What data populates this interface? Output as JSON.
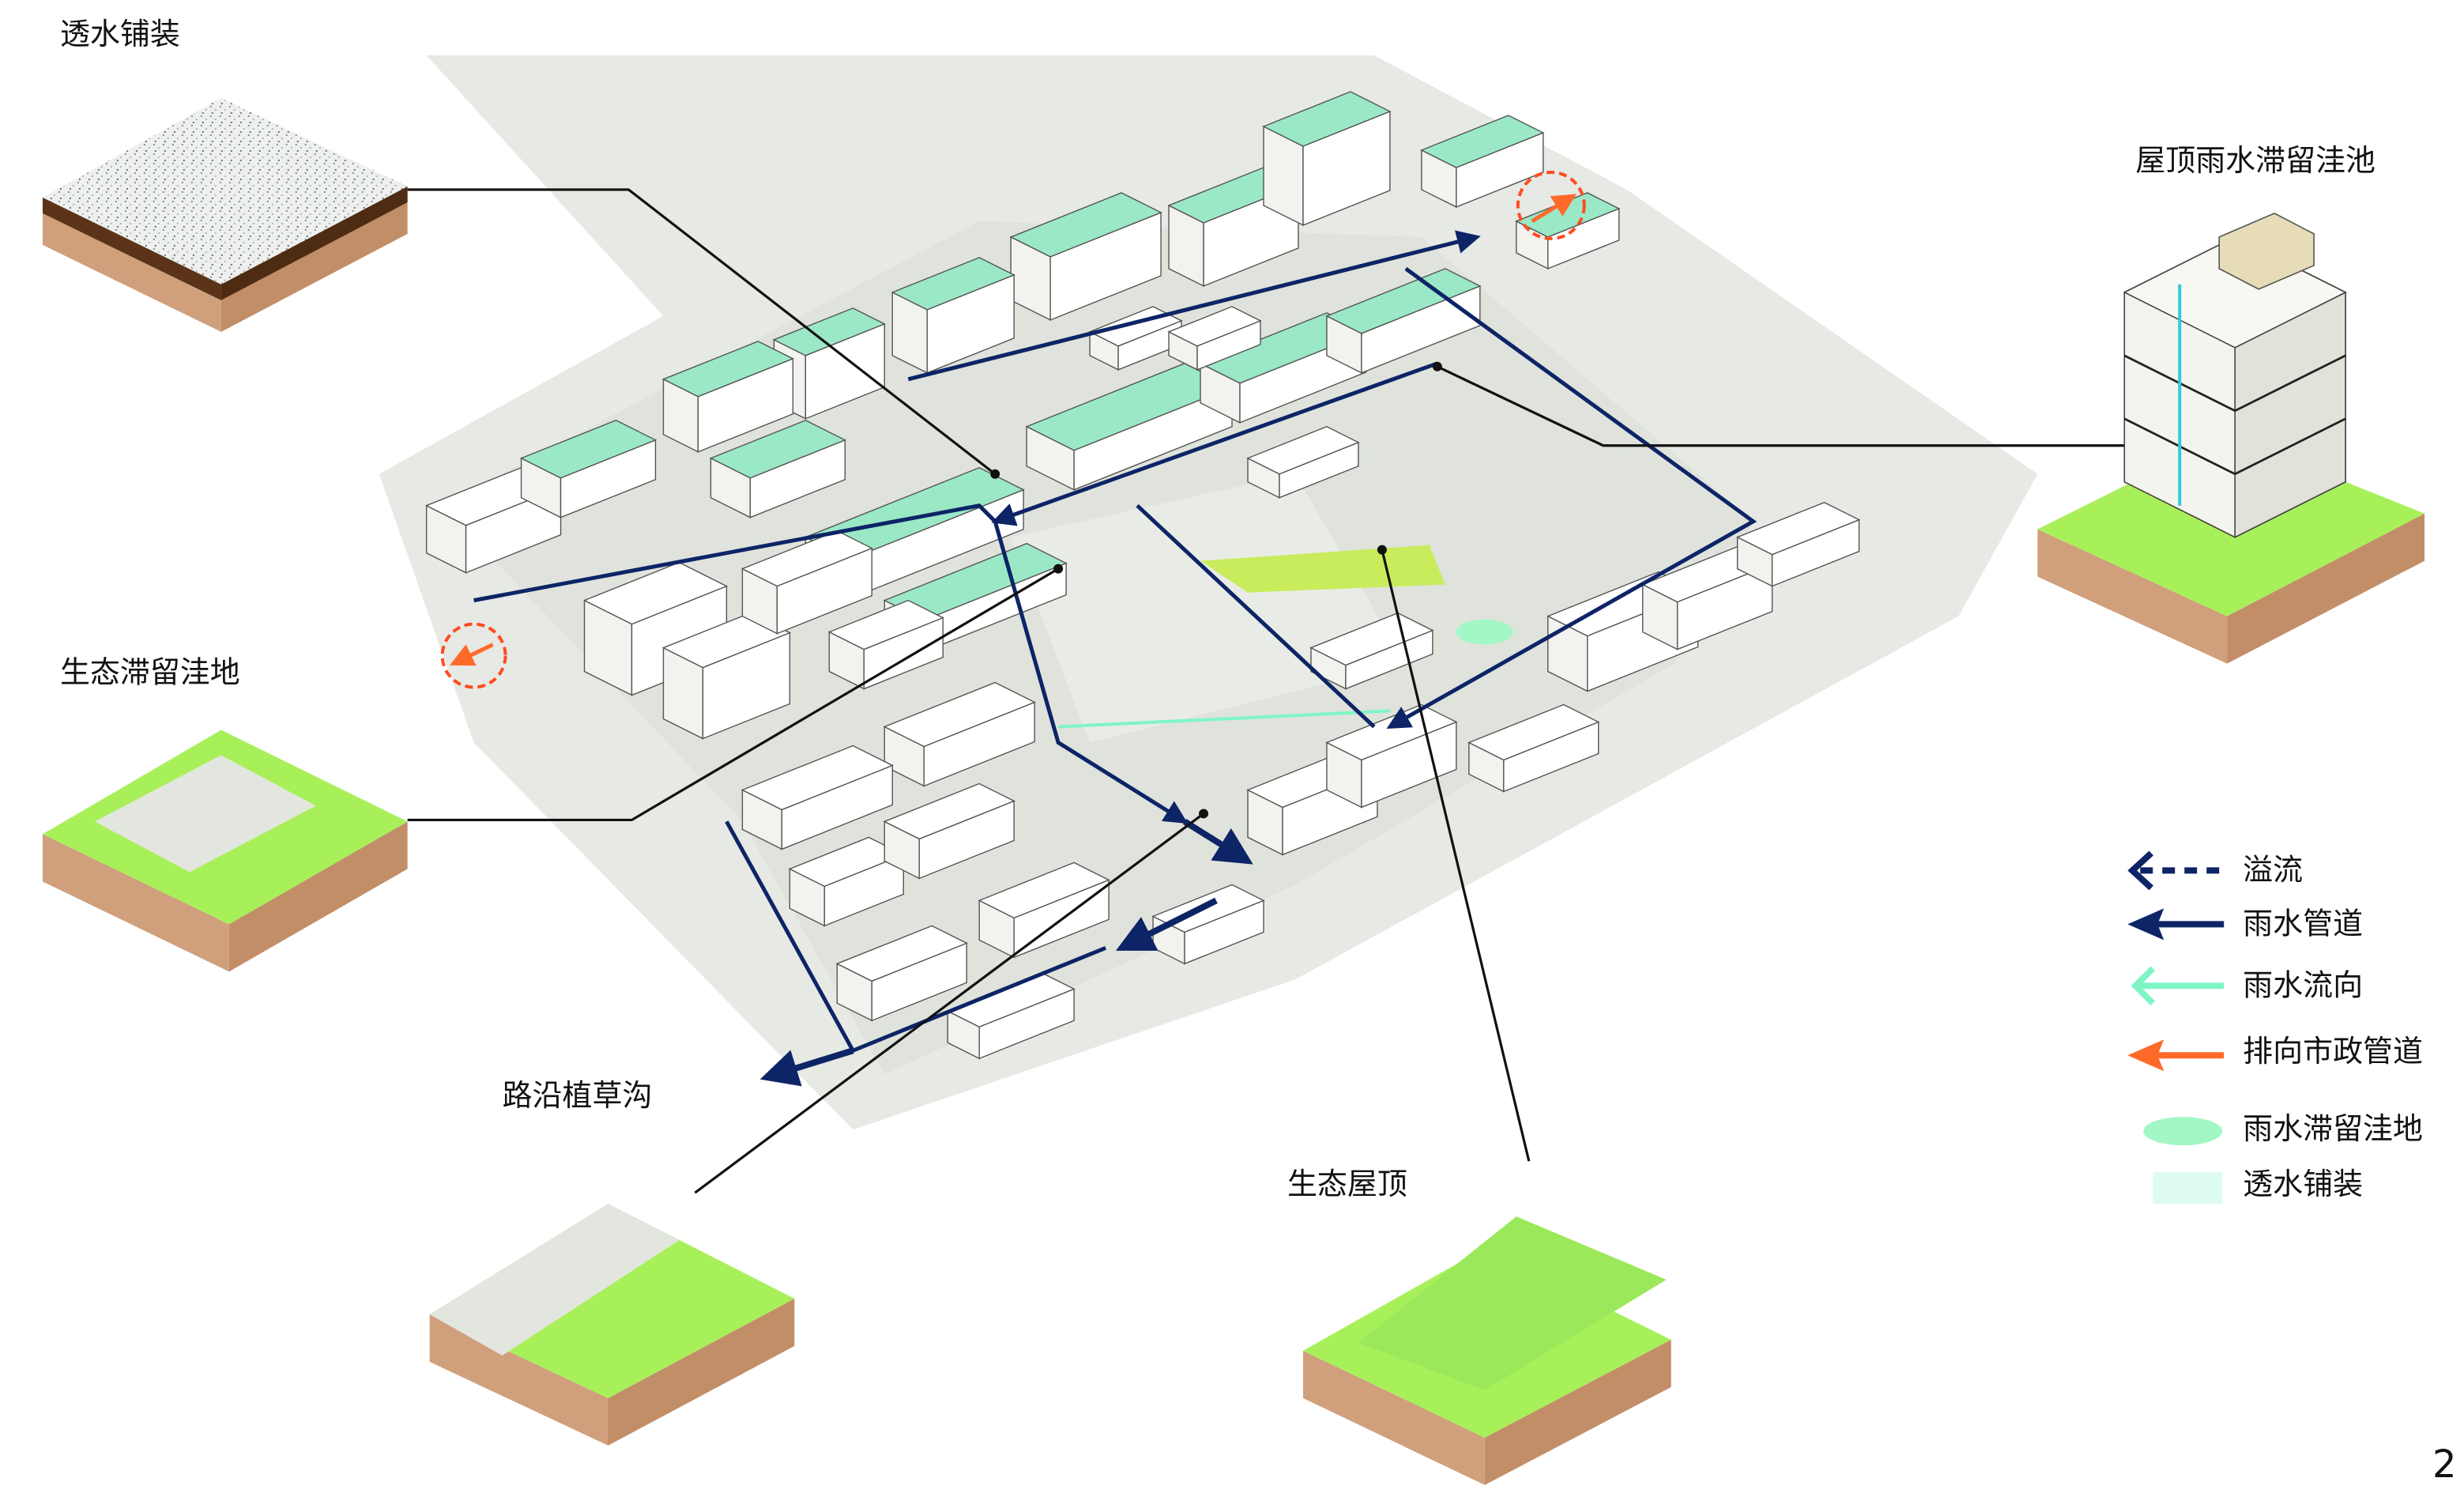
{
  "labels": {
    "permeable_paving": "透水铺装",
    "roof_retention": "屋顶雨水滞留洼池",
    "eco_retention": "生态滞留洼地",
    "curb_swale": "路沿植草沟",
    "eco_roof": "生态屋顶"
  },
  "legend": [
    {
      "label": "溢流",
      "symbol": "dashed-arrow",
      "color": "#0d2466"
    },
    {
      "label": "雨水管道",
      "symbol": "solid-arrow",
      "color": "#0d2466"
    },
    {
      "label": "雨水流向",
      "symbol": "thin-arrow",
      "color": "#7ff5c6"
    },
    {
      "label": "排向市政管道",
      "symbol": "solid-arrow",
      "color": "#ff6a2a"
    },
    {
      "label": "雨水滞留洼地",
      "symbol": "ellipse",
      "color": "#a3f7c4"
    },
    {
      "label": "透水铺装",
      "symbol": "rect",
      "color": "#ddfbee"
    }
  ],
  "page_number": "2",
  "colors": {
    "navy": "#0d2466",
    "green_roof": "#9be8c6",
    "grass": "#a8f05a",
    "soil": "#c99572",
    "map_bg": "#e6e9e4"
  }
}
